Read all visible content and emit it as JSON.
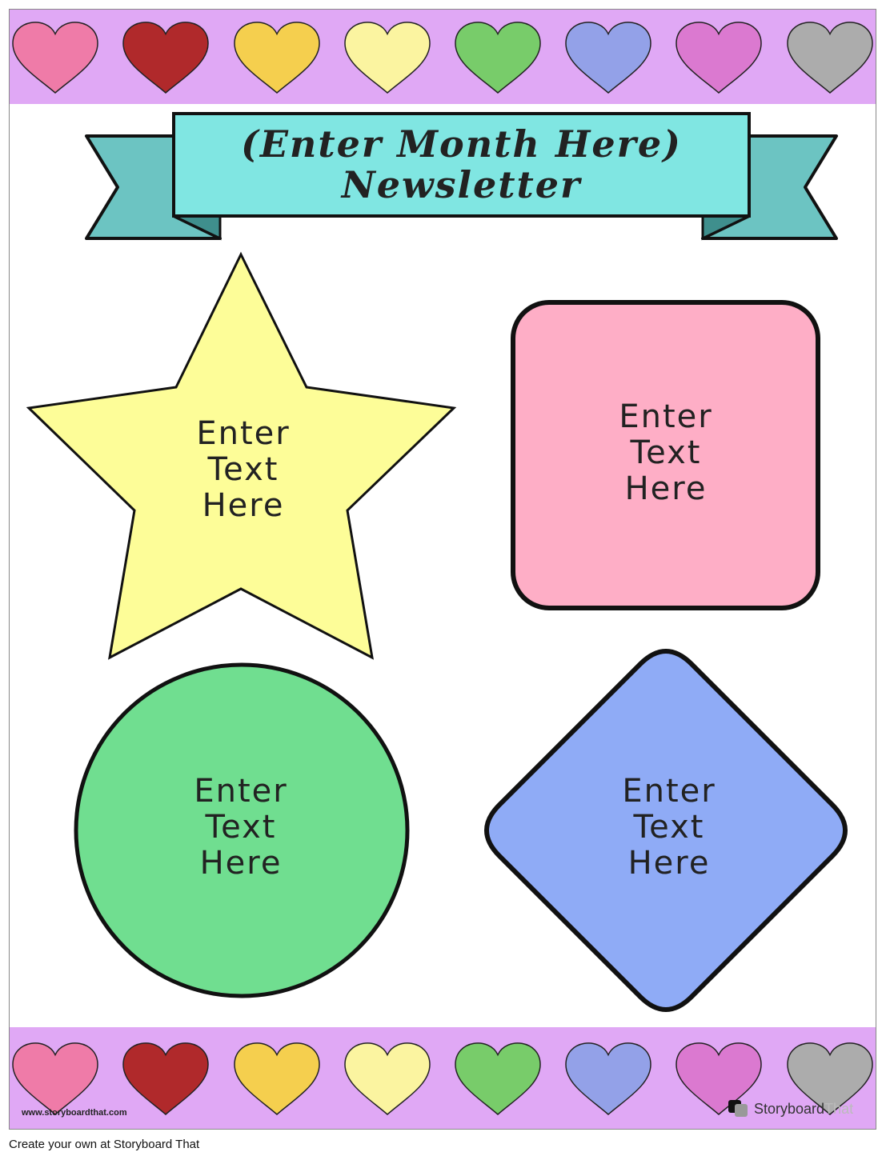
{
  "header": {
    "title_line1": "(Enter Month Here)",
    "title_line2": "Newsletter"
  },
  "shapes": [
    {
      "shape": "star",
      "color": "#fdfd98",
      "text": [
        "Enter",
        "Text",
        "Here"
      ]
    },
    {
      "shape": "rounded-square",
      "color": "#feaec6",
      "text": [
        "Enter",
        "Text",
        "Here"
      ]
    },
    {
      "shape": "circle",
      "color": "#70de90",
      "text": [
        "Enter",
        "Text",
        "Here"
      ]
    },
    {
      "shape": "diamond",
      "color": "#8fabf6",
      "text": [
        "Enter",
        "Text",
        "Here"
      ]
    }
  ],
  "borders": {
    "band_color": "#e0a8f5",
    "heart_colors": [
      "#ef7ba8",
      "#b0292b",
      "#f5cf4e",
      "#fbf4a0",
      "#78cc6a",
      "#93a1e8",
      "#db79d0",
      "#acacac"
    ]
  },
  "banner_colors": {
    "main": "#80e6e2",
    "tails": "#6cc4c2"
  },
  "watermark": {
    "url": "www.storyboardthat.com",
    "logo_part1": "Storyboard",
    "logo_part2": "That"
  },
  "footer": {
    "caption": "Create your own at Storyboard That"
  }
}
